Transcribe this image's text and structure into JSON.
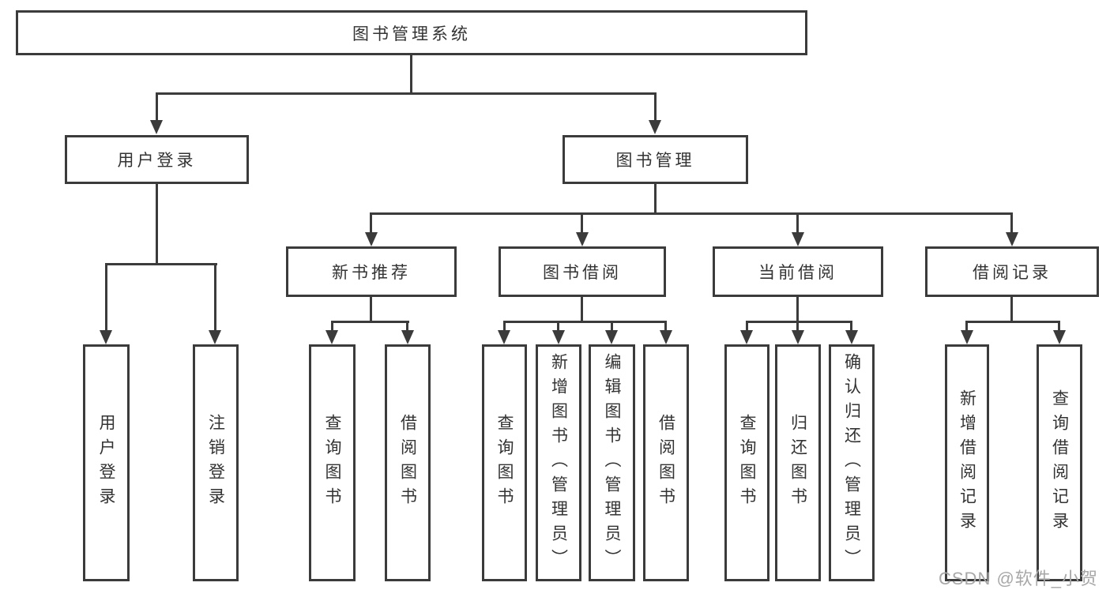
{
  "diagram": {
    "root": "图书管理系统",
    "branches": [
      {
        "label": "用户登录",
        "children": [
          "用户登录",
          "注销登录"
        ]
      },
      {
        "label": "图书管理",
        "groups": [
          {
            "label": "新书推荐",
            "children": [
              "查询图书",
              "借阅图书"
            ]
          },
          {
            "label": "图书借阅",
            "children": [
              "查询图书",
              "新增图书（管理员）",
              "编辑图书（管理员）",
              "借阅图书"
            ]
          },
          {
            "label": "当前借阅",
            "children": [
              "查询图书",
              "归还图书",
              "确认归还（管理员）"
            ]
          },
          {
            "label": "借阅记录",
            "children": [
              "新增借阅记录",
              "查询借阅记录"
            ]
          }
        ]
      }
    ]
  },
  "watermark": "CSDN @软件_小贺同学",
  "colors": {
    "line": "#3b3b3b",
    "box_background": "#ffffff",
    "text": "#333333",
    "watermark": "#a8a8a8"
  }
}
